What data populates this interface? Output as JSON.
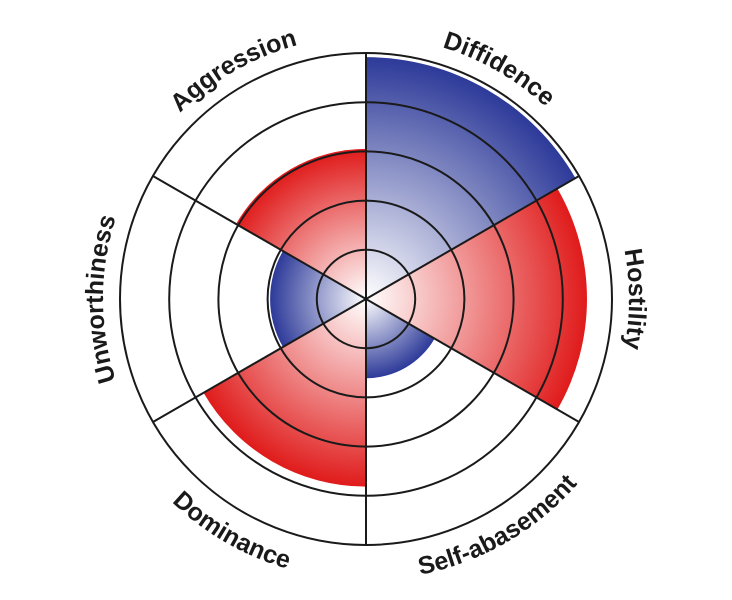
{
  "chart_data": {
    "type": "polar-area",
    "title": "",
    "categories": [
      "Diffidence",
      "Hostility",
      "Self-abasement",
      "Dominance",
      "Unworthiness",
      "Aggression"
    ],
    "values": [
      5.8,
      5.3,
      1.9,
      4.5,
      2.3,
      3.6
    ],
    "ring_count": 5,
    "rmax": 5.9,
    "colors": {
      "Diffidence": "#2d3a99",
      "Hostility": "#e01b1b",
      "Self-abasement": "#2d3a99",
      "Dominance": "#e01b1b",
      "Unworthiness": "#2d3a99",
      "Aggression": "#e01b1b"
    },
    "grid": true,
    "legend": "none"
  }
}
